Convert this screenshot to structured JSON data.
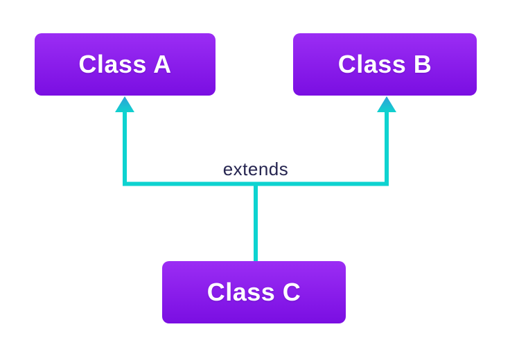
{
  "diagram": {
    "type": "class-inheritance-diagram",
    "nodes": [
      {
        "id": "class-a",
        "label": "Class A"
      },
      {
        "id": "class-b",
        "label": "Class B"
      },
      {
        "id": "class-c",
        "label": "Class C"
      }
    ],
    "edge": {
      "label": "extends",
      "from": "class-c",
      "to": [
        "class-a",
        "class-b"
      ]
    },
    "colors": {
      "node_gradient_top": "#9B2DF4",
      "node_gradient_bottom": "#7A0EE2",
      "node_text": "#FFFFFF",
      "connector": "#0ED3D0",
      "arrowhead_top": "#2E9FD9",
      "arrowhead_bottom": "#10D2CE",
      "edge_label_text": "#262550",
      "background": "#FFFFFF"
    }
  }
}
